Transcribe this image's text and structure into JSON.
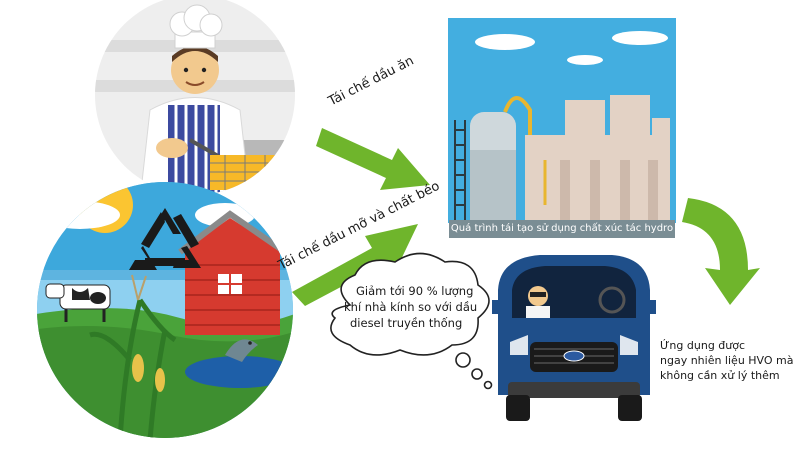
{
  "arrows": {
    "cooking_oil_label": "Tái chế dầu ăn",
    "fat_label": "Tái chế dầu mỡ và chất béo"
  },
  "plant": {
    "caption": "Quá trình tái tạo sử dụng chất xúc tác hydro"
  },
  "speech_bubble": {
    "lines": [
      "Giảm tới 90 % lượng",
      "khí nhà kính so với dầu",
      "diesel truyền thống"
    ]
  },
  "result": {
    "lines": [
      "Ứng dụng được",
      "ngay nhiên liệu HVO mà",
      "không cần xử lý thêm"
    ]
  },
  "colors": {
    "arrow_green": "#6fb52c",
    "van_blue": "#1f4f8a",
    "sky_blue": "#3da8dc",
    "barn_red": "#d63a2f",
    "grass_green": "#4aa33a"
  },
  "icons": [
    "chef",
    "frying-basket",
    "recycle-icon",
    "cow",
    "barn",
    "fish",
    "corn",
    "refinery",
    "van",
    "thought-cloud"
  ]
}
